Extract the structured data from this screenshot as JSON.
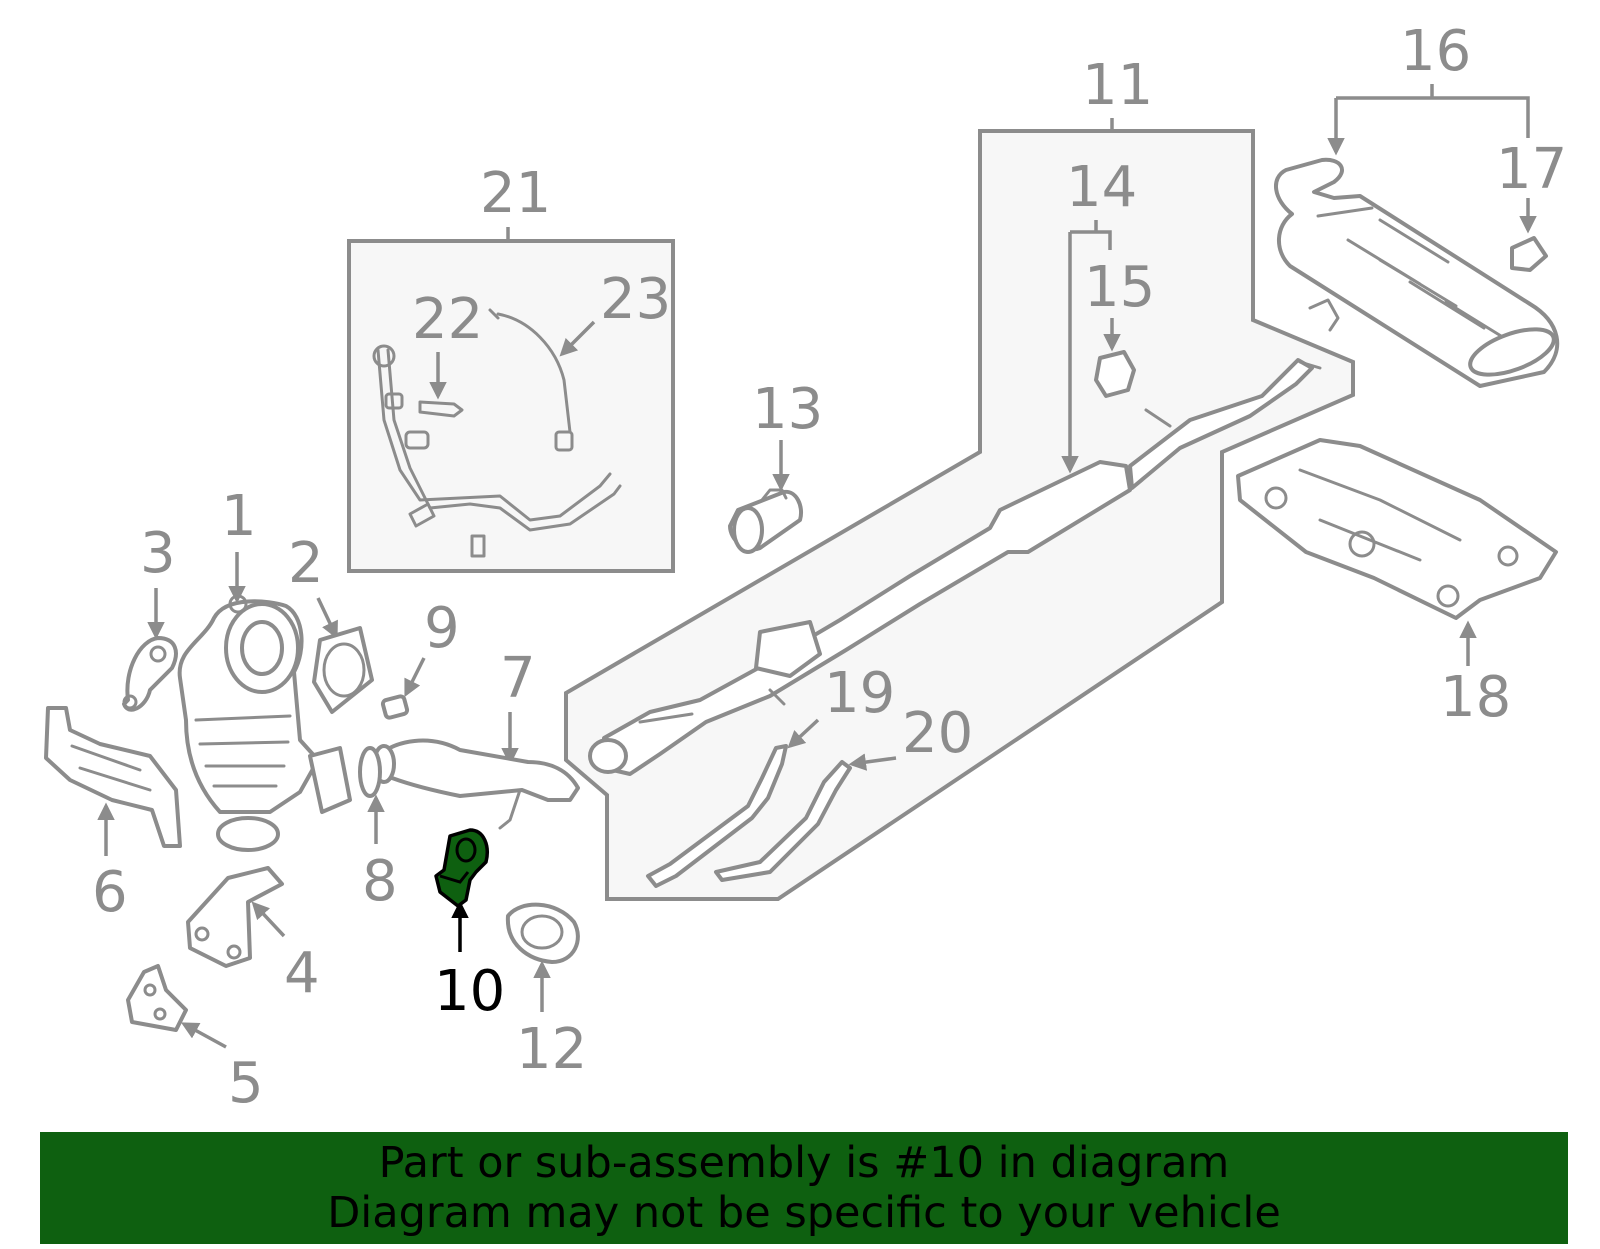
{
  "diagram": {
    "highlight_part": "10",
    "highlight_color": "#0e6010",
    "line_color": "#8c8c8c",
    "callouts": [
      {
        "id": "1",
        "label": "1"
      },
      {
        "id": "2",
        "label": "2"
      },
      {
        "id": "3",
        "label": "3"
      },
      {
        "id": "4",
        "label": "4"
      },
      {
        "id": "5",
        "label": "5"
      },
      {
        "id": "6",
        "label": "6"
      },
      {
        "id": "7",
        "label": "7"
      },
      {
        "id": "8",
        "label": "8"
      },
      {
        "id": "9",
        "label": "9"
      },
      {
        "id": "10",
        "label": "10"
      },
      {
        "id": "11",
        "label": "11"
      },
      {
        "id": "12",
        "label": "12"
      },
      {
        "id": "13",
        "label": "13"
      },
      {
        "id": "14",
        "label": "14"
      },
      {
        "id": "15",
        "label": "15"
      },
      {
        "id": "16",
        "label": "16"
      },
      {
        "id": "17",
        "label": "17"
      },
      {
        "id": "18",
        "label": "18"
      },
      {
        "id": "19",
        "label": "19"
      },
      {
        "id": "20",
        "label": "20"
      },
      {
        "id": "21",
        "label": "21"
      },
      {
        "id": "22",
        "label": "22"
      },
      {
        "id": "23",
        "label": "23"
      }
    ]
  },
  "banner": {
    "line1": "Part or sub-assembly is #10 in diagram",
    "line2": "Diagram may not be specific to your vehicle",
    "background": "#0e6010"
  }
}
